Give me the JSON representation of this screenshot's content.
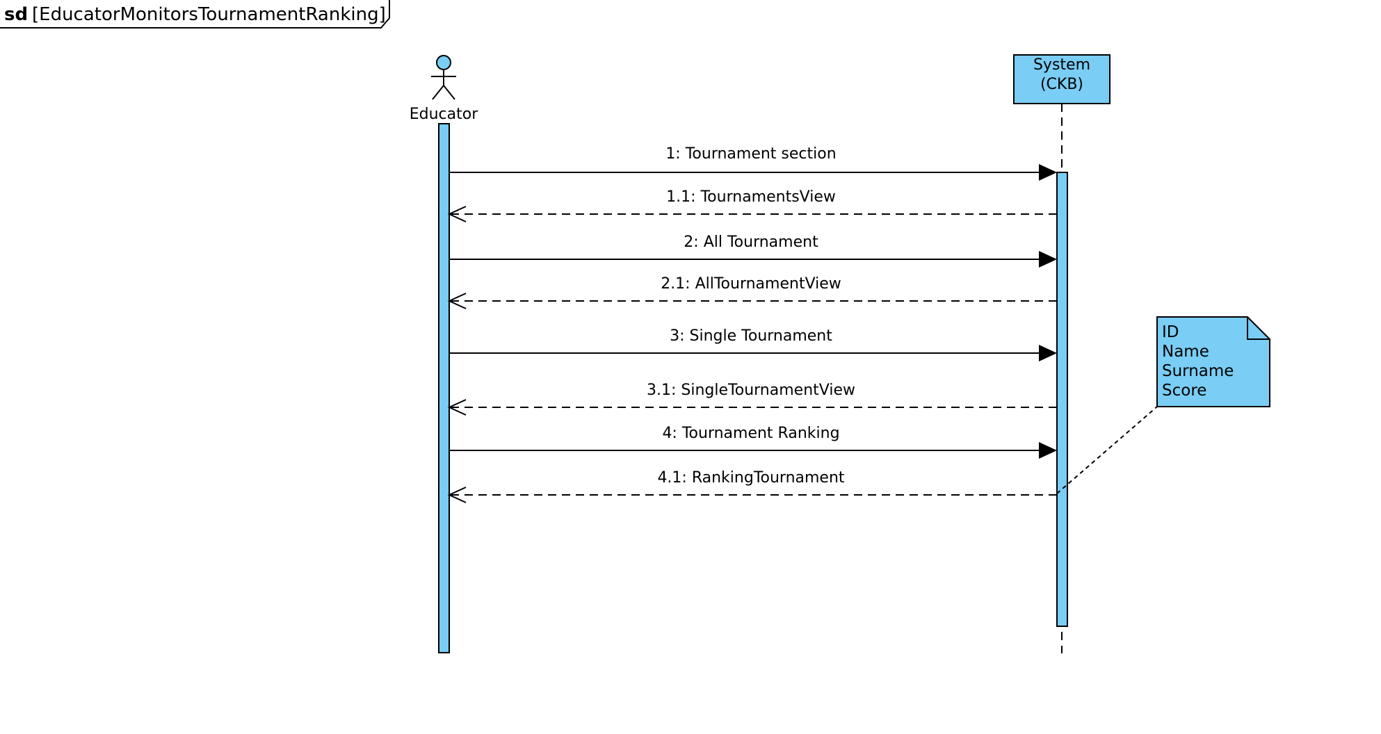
{
  "frame": {
    "keyword": "sd",
    "name": "[EducatorMonitorsTournamentRanking]"
  },
  "actor": {
    "name": "Educator"
  },
  "system": {
    "line1": "System",
    "line2": "(CKB)"
  },
  "messages": [
    {
      "label": "1: Tournament section",
      "kind": "call"
    },
    {
      "label": "1.1: TournamentsView",
      "kind": "reply"
    },
    {
      "label": "2: All Tournament",
      "kind": "call"
    },
    {
      "label": "2.1: AllTournamentView",
      "kind": "reply"
    },
    {
      "label": "3: Single Tournament",
      "kind": "call"
    },
    {
      "label": "3.1: SingleTournamentView",
      "kind": "reply"
    },
    {
      "label": "4: Tournament Ranking",
      "kind": "call"
    },
    {
      "label": "4.1: RankingTournament",
      "kind": "reply"
    }
  ],
  "note": {
    "lines": [
      "ID",
      "Name",
      "Surname",
      "Score"
    ]
  },
  "colors": {
    "fill": "#7ACDF4",
    "stroke": "#000000",
    "background": "#FFFFFF"
  }
}
